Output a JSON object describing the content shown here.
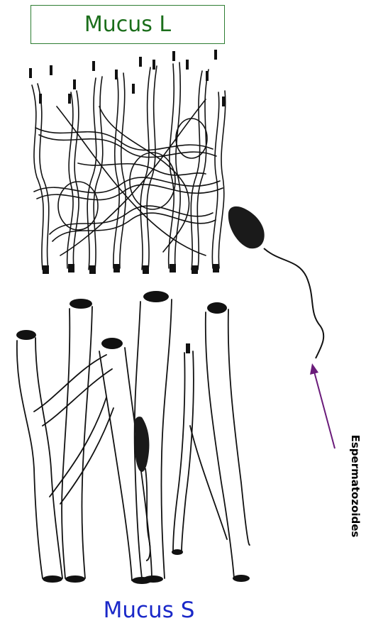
{
  "labels": {
    "mucus_l": "Mucus L",
    "mucus_s": "Mucus S",
    "sperm": "Espermatozoides"
  },
  "colors": {
    "mucus_l_text": "#1b6e1b",
    "mucus_l_border": "#2e7d32",
    "mucus_s_text": "#1a28c8",
    "arrow": "#6a1b7a",
    "ink": "#111111"
  }
}
